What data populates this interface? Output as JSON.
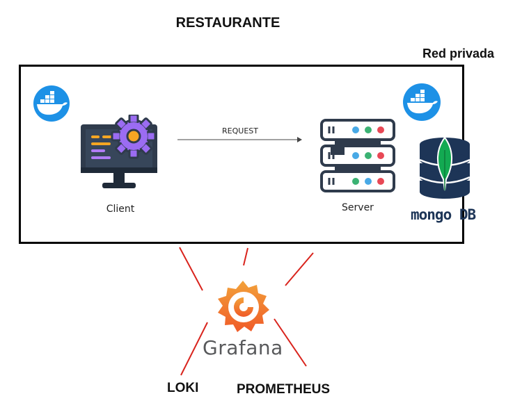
{
  "title": "RESTAURANTE",
  "network_label": "Red privada",
  "client": {
    "label": "Client",
    "icon": "computer-gear-icon"
  },
  "server": {
    "label": "Server",
    "icon": "server-rack-icon"
  },
  "arrow_label": "REQUEST",
  "database": {
    "label": "mongo DB",
    "icon": "mongodb-leaf-icon"
  },
  "docker_icon": "docker-whale-icon",
  "monitoring": {
    "tool": "Grafana",
    "sources": [
      "LOKI",
      "PROMETHEUS"
    ]
  },
  "colors": {
    "connector": "#d9231c",
    "docker": "#1d91e6",
    "grafana": "#f47920",
    "mongo_leaf": "#13aa52",
    "mongo_db": "#1d3557"
  }
}
